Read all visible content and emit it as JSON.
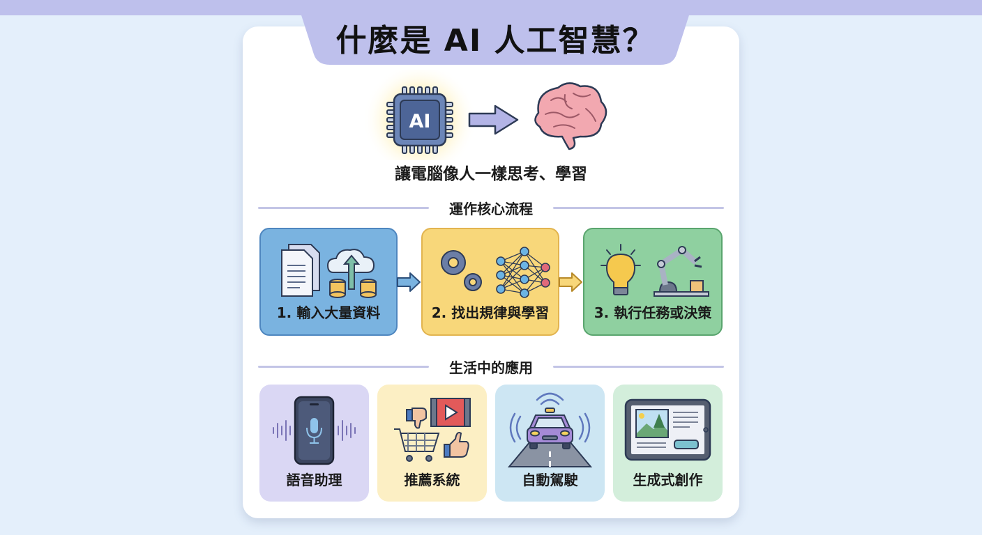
{
  "header": {
    "title": "什麼是 AI 人工智慧？"
  },
  "hero": {
    "chip_label": "AI",
    "subtitle": "讓電腦像人一樣思考、學習",
    "icons": [
      "ai-chip-icon",
      "arrow-right-icon",
      "brain-icon"
    ]
  },
  "sections": {
    "process": {
      "title": "運作核心流程",
      "steps": [
        {
          "label": "1. 輸入大量資料",
          "icons": [
            "documents-icon",
            "cloud-upload-icon",
            "database-icon"
          ],
          "color": "#7ab3e0",
          "border": "#4e86bf"
        },
        {
          "label": "2. 找出規律與學習",
          "icons": [
            "gears-icon",
            "neural-network-icon"
          ],
          "color": "#f8d77a",
          "border": "#e2b44f"
        },
        {
          "label": "3. 執行任務或決策",
          "icons": [
            "lightbulb-icon",
            "robot-arm-icon"
          ],
          "color": "#8fd0a0",
          "border": "#5aa56e"
        }
      ]
    },
    "applications": {
      "title": "生活中的應用",
      "items": [
        {
          "label": "語音助理",
          "icons": [
            "smartphone-mic-icon",
            "sound-wave-icon"
          ],
          "color": "#dad7f4"
        },
        {
          "label": "推薦系統",
          "icons": [
            "thumbs-down-icon",
            "video-play-icon",
            "shopping-cart-icon",
            "thumbs-up-icon"
          ],
          "color": "#fcefc4"
        },
        {
          "label": "自動駕駛",
          "icons": [
            "self-driving-car-icon",
            "signal-icon",
            "road-icon"
          ],
          "color": "#cde6f3"
        },
        {
          "label": "生成式創作",
          "icons": [
            "tablet-image-icon"
          ],
          "color": "#d3eedb"
        }
      ]
    }
  },
  "colors": {
    "background": "#e4effb",
    "top_band": "#bec0ec",
    "card": "#ffffff",
    "divider": "#c3c5e6"
  }
}
